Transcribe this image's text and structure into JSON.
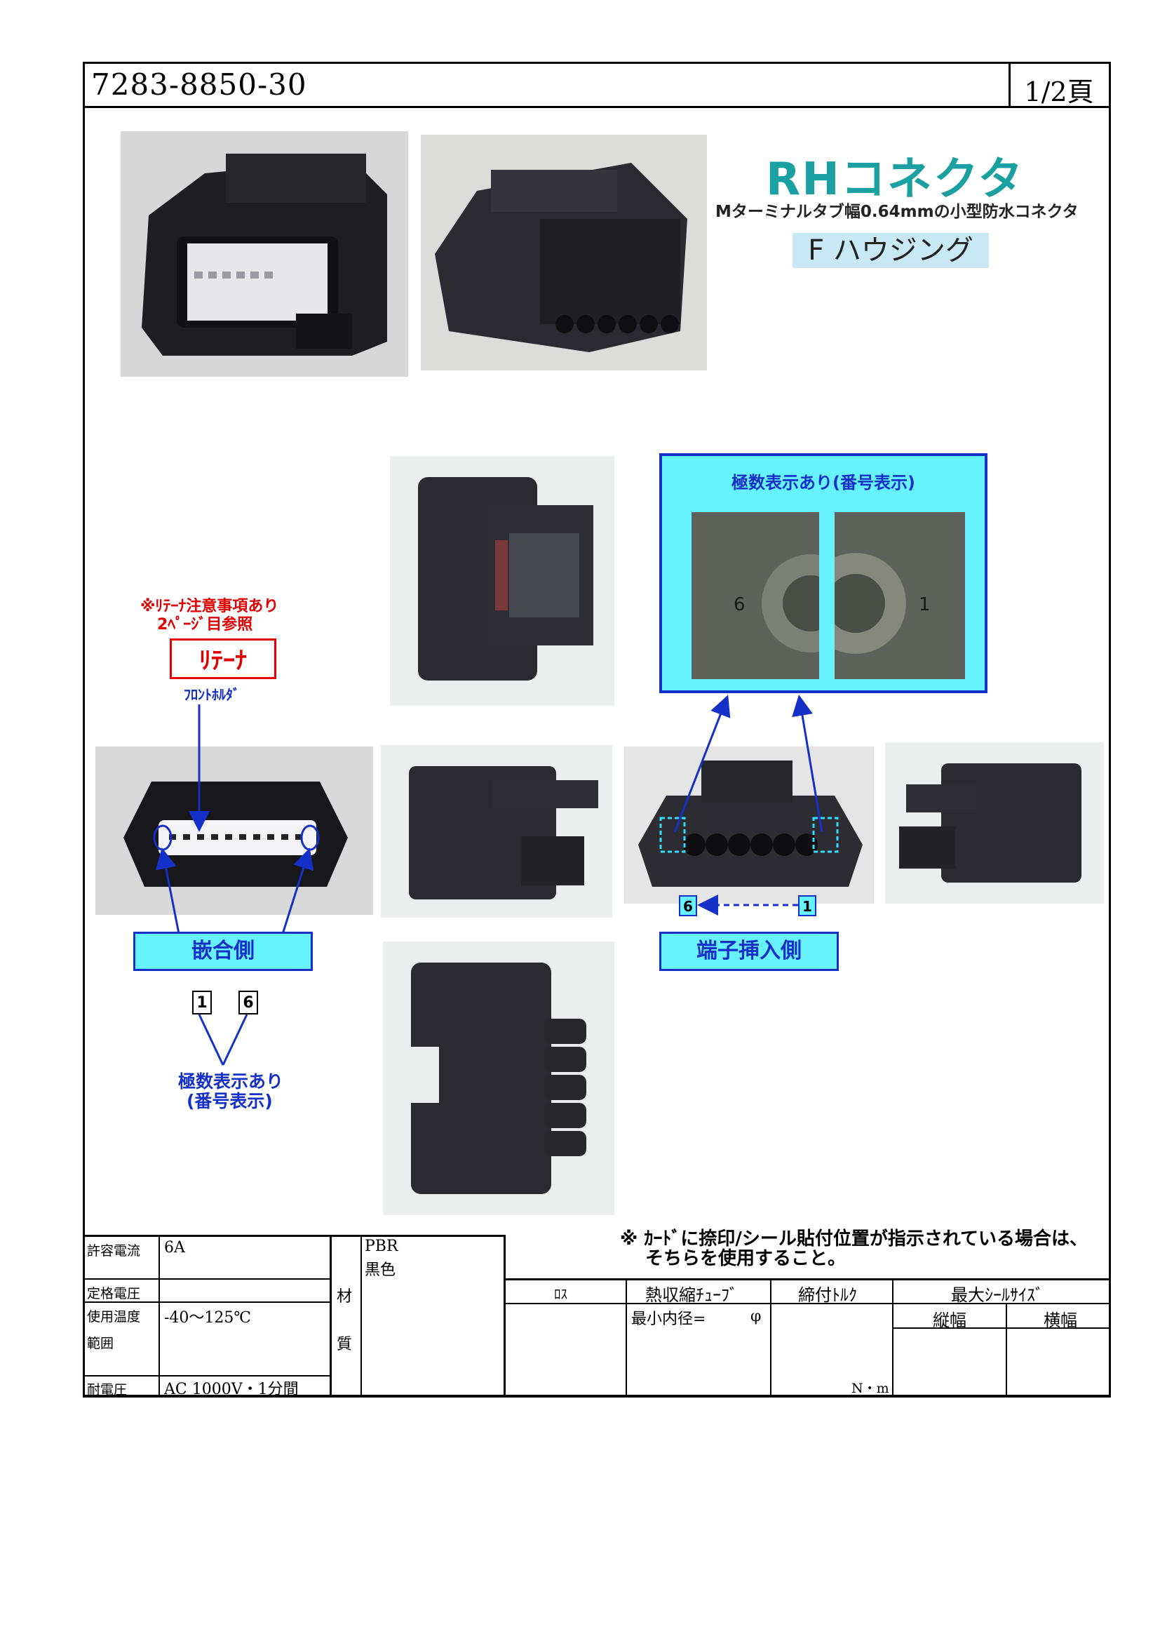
{
  "header": {
    "part_number": "7283-8850-30",
    "page": "1/2頁"
  },
  "product": {
    "name": "RHコネクタ",
    "subtitle": "Mターミナルタブ幅0.64mmの小型防水コネクタ",
    "housing": "F ハウジング"
  },
  "annotations": {
    "retainer_note_line1": "※ﾘﾃｰﾅ注意事項あり",
    "retainer_note_line2": "2ﾍﾟｰｼﾞ目参照",
    "retainer_label": "ﾘﾃｰﾅ",
    "front_holder": "ﾌﾛﾝﾄﾎﾙﾀﾞ",
    "mating_side": "嵌合側",
    "terminal_side": "端子挿入側",
    "pole_display_detail": "極数表示あり(番号表示)",
    "pole_display_line1": "極数表示あり",
    "pole_display_line2": "(番号表示)",
    "mating_num_left": "1",
    "mating_num_right": "6",
    "terminal_num_left": "6",
    "terminal_num_right": "1",
    "detail_digit_left": "6",
    "detail_digit_right": "1"
  },
  "spec_table": {
    "rated_current_label": "許容電流",
    "rated_current_value": "6A",
    "rated_voltage_label": "定格電圧",
    "rated_voltage_value": "",
    "temp_range_label_1": "使用温度",
    "temp_range_label_2": "範囲",
    "temp_range_value": "-40〜125℃",
    "withstand_label": "耐電圧",
    "withstand_value": "AC 1000V・1分間",
    "material_label_1": "材",
    "material_label_2": "質",
    "material_value_1": "PBR",
    "material_value_2": "黒色",
    "note_line1": "※ ｶｰﾄﾞに捺印/シール貼付位置が指示されている場合は、",
    "note_line2": "そちらを使用すること。",
    "col_loss": "ﾛｽ",
    "col_shrink_tube": "熱収縮ﾁｭｰﾌﾞ",
    "col_torque": "締付ﾄﾙｸ",
    "col_max_seal": "最大ｼｰﾙｻｲｽﾞ",
    "sub_min_inner": "最小内径=",
    "sub_phi": "φ",
    "sub_vertical": "縦幅",
    "sub_horizontal": "横幅",
    "unit_torque": "N・m"
  },
  "colors": {
    "accent_teal": "#1aa0a0",
    "cyan_fill": "#66f2ff",
    "blue": "#1530c8",
    "red": "#e00000"
  }
}
